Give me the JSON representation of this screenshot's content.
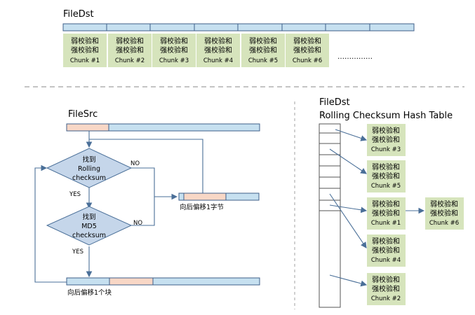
{
  "top": {
    "title": "FileDst",
    "chunks": [
      {
        "line1": "弱校验和",
        "line2": "强校验和",
        "name": "Chunk #1"
      },
      {
        "line1": "弱校验和",
        "line2": "强校验和",
        "name": "Chunk #2"
      },
      {
        "line1": "弱校验和",
        "line2": "强校验和",
        "name": "Chunk #3"
      },
      {
        "line1": "弱校验和",
        "line2": "强校验和",
        "name": "Chunk #4"
      },
      {
        "line1": "弱校验和",
        "line2": "强校验和",
        "name": "Chunk #5"
      },
      {
        "line1": "弱校验和",
        "line2": "强校验和",
        "name": "Chunk #6"
      }
    ],
    "ellipsis": "……………"
  },
  "left": {
    "title": "FileSrc",
    "decision1": {
      "line1": "找到",
      "line2": "Rolling",
      "line3": "checksum"
    },
    "decision2": {
      "line1": "找到",
      "line2": "MD5",
      "line3": "checksum"
    },
    "no_label": "NO",
    "yes_label": "YES",
    "shift_byte": "向后偏移1字节",
    "shift_block": "向后偏移1个块"
  },
  "right": {
    "title": "FileDst",
    "subtitle": "Rolling Checksum Hash Table",
    "entries": [
      {
        "line1": "弱校验和",
        "line2": "强校验和",
        "name": "Chunk #3"
      },
      {
        "line1": "弱校验和",
        "line2": "强校验和",
        "name": "Chunk #5"
      },
      {
        "line1": "弱校验和",
        "line2": "强校验和",
        "name": "Chunk #1"
      },
      {
        "line1": "弱校验和",
        "line2": "强校验和",
        "name": "Chunk #4"
      },
      {
        "line1": "弱校验和",
        "line2": "强校验和",
        "name": "Chunk #2"
      }
    ],
    "chained": {
      "line1": "弱校验和",
      "line2": "强校验和",
      "name": "Chunk #6"
    }
  },
  "colors": {
    "bar_fill": "#c6e0f0",
    "bar_stroke": "#3f5f8a",
    "chunk_fill": "#d6e4bc",
    "highlight_fill": "#f8d7c6",
    "diamond_fill": "#c5d6ea",
    "line": "#4a6f98"
  }
}
